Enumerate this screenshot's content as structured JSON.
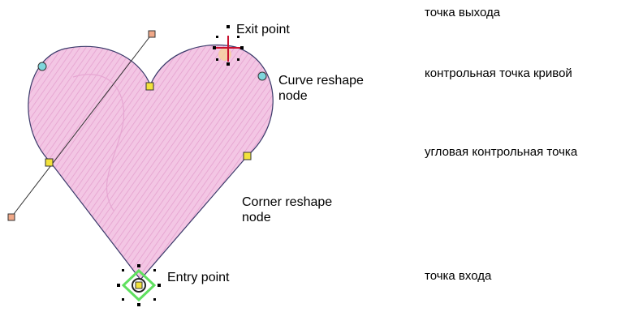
{
  "diagram": {
    "labels_en": {
      "exit_point": "Exit point",
      "curve_reshape_node_line1": "Curve reshape",
      "curve_reshape_node_line2": "node",
      "corner_reshape_node_line1": "Corner reshape",
      "corner_reshape_node_line2": "node",
      "entry_point": "Entry point"
    },
    "labels_ru": {
      "exit_point": "точка выхода",
      "curve_reshape_node": "контрольная точка кривой",
      "corner_reshape_node": "угловая контрольная точка",
      "entry_point": "точка входа"
    },
    "colors": {
      "fill": "#f3c6e4",
      "hatch": "#e39ccc",
      "outline": "#3a3a6a",
      "corner_node": "#f2e23a",
      "curve_node": "#7fd6dc",
      "handle_end": "#f0a888",
      "entry_marker": "#5fe05f",
      "exit_marker": "#c8102e"
    }
  }
}
